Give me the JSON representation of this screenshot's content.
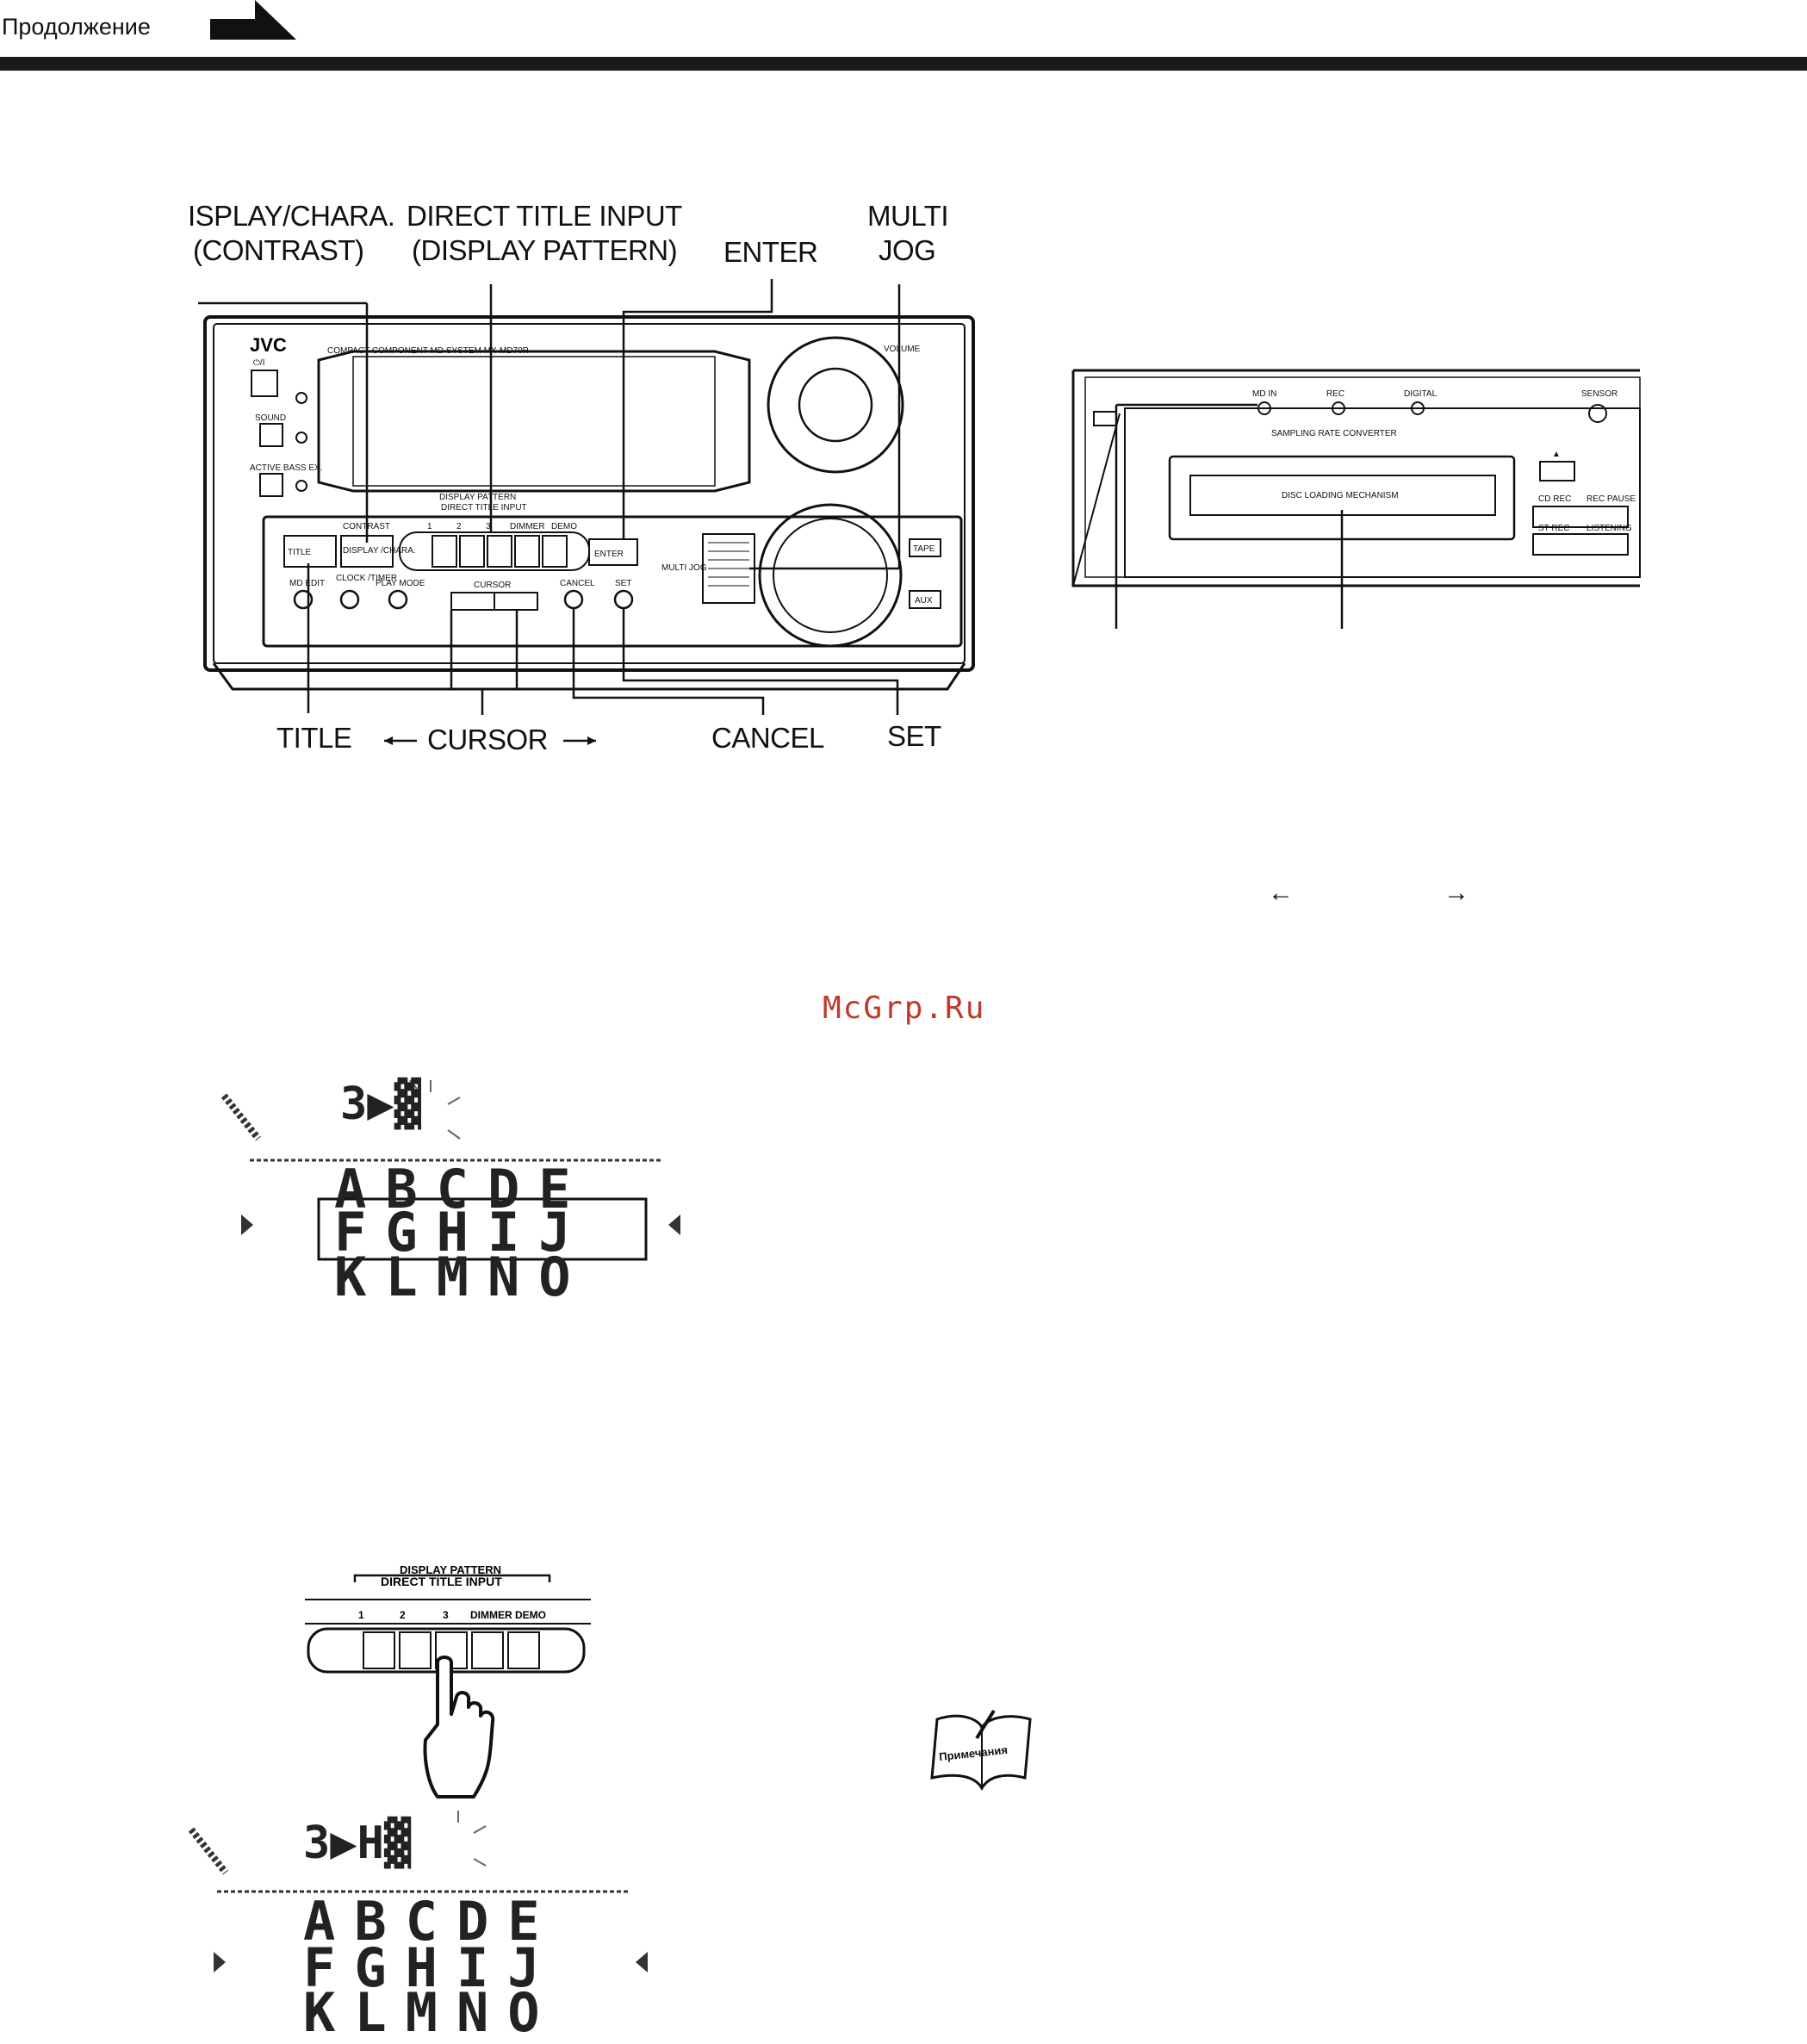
{
  "header": {
    "continuation_text": "Продолжение"
  },
  "main_unit": {
    "labels": {
      "display_chara_line1": "ISPLAY/CHARA.",
      "display_chara_line2": "(CONTRAST)",
      "direct_title_line1": "DIRECT TITLE INPUT",
      "direct_title_line2": "(DISPLAY PATTERN)",
      "enter": "ENTER",
      "multi_jog_line1": "MULTI",
      "multi_jog_line2": "JOG",
      "title": "TITLE",
      "cursor": "CURSOR",
      "cancel": "CANCEL",
      "set": "SET"
    },
    "panel_text": {
      "brand": "JVC",
      "model_line": "COMPACT COMPONENT MD SYSTEM MX-MD70R",
      "volume": "VOLUME",
      "power": "⏻/I",
      "sound": "SOUND",
      "active_bass": "ACTIVE BASS EX.",
      "display_pattern": "DISPLAY PATTERN",
      "direct_title_input": "DIRECT TITLE INPUT",
      "numbers": [
        "1",
        "2",
        "3",
        "DIMMER",
        "DEMO"
      ],
      "contrast": "CONTRAST",
      "title_btn": "TITLE",
      "display_chara": "DISPLAY /CHARA.",
      "enter_btn": "ENTER",
      "md_edit": "MD EDIT",
      "clock_timer": "CLOCK /TIMER",
      "play_mode": "PLAY MODE",
      "cursor_btn": "CURSOR",
      "cancel_btn": "CANCEL",
      "set_btn": "SET",
      "multi_jog": "MULTI JOG",
      "tape": "TAPE",
      "aux": "AUX"
    }
  },
  "md_unit": {
    "panel_text": {
      "md_in": "MD IN",
      "rec": "REC",
      "digital": "DIGITAL",
      "sensor": "SENSOR",
      "sampling": "SAMPLING RATE CONVERTER",
      "disc_loading": "DISC LOADING MECHANISM",
      "cd_rec": "CD REC",
      "rec_pause": "REC PAUSE",
      "st_rec": "ST REC",
      "listening": "LISTENING",
      "eject": "▲"
    }
  },
  "arrows_pair": [
    "←",
    "→"
  ],
  "watermark": "McGrp.Ru",
  "lcd_1": {
    "top": "3▶▓",
    "rows": [
      "ABCDE",
      "FGHIJ",
      "KLMNO"
    ]
  },
  "button_strip": {
    "display_pattern": "DISPLAY PATTERN",
    "direct_title_input": "DIRECT TITLE INPUT",
    "numbers": [
      "1",
      "2",
      "3",
      "DIMMER",
      "DEMO"
    ]
  },
  "lcd_2": {
    "top": "3▶H▓",
    "rows": [
      "ABCDE",
      "FGHIJ",
      "KLMNO"
    ]
  },
  "note_icon": {
    "label": "Примечания"
  }
}
